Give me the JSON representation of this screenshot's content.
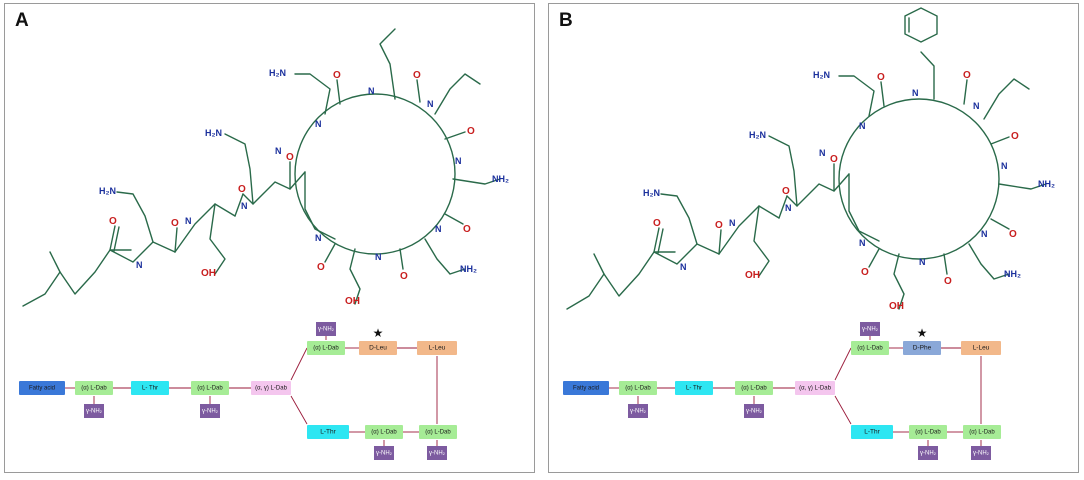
{
  "panels": [
    {
      "letter": "A",
      "star": "★",
      "boxes": {
        "fatty": "Fatty acid",
        "dab1": "(α) L-Dab",
        "nh2_1": "γ-NH₂",
        "thr1": "L- Thr",
        "dab2": "(α) L-Dab",
        "nh2_2": "γ-NH₂",
        "dab_branch": "(α, γ) L-Dab",
        "dab3": "(α) L-Dab",
        "nh2_3": "γ-NH₂",
        "dxx": "D-Leu",
        "leu": "L-Leu",
        "dab4": "(α) L-Dab",
        "nh2_4": "γ-NH₂",
        "dab5": "(α) L-Dab",
        "nh2_5": "γ-NH₂",
        "thr2": "L-Thr"
      },
      "colors": {
        "dxx": "#f2b88a"
      }
    },
    {
      "letter": "B",
      "star": "★",
      "boxes": {
        "fatty": "Fatty acid",
        "dab1": "(α) L-Dab",
        "nh2_1": "γ-NH₂",
        "thr1": "L- Thr",
        "dab2": "(α) L-Dab",
        "nh2_2": "γ-NH₂",
        "dab_branch": "(α, γ) L-Dab",
        "dab3": "(α) L-Dab",
        "nh2_3": "γ-NH₂",
        "dxx": "D-Phe",
        "leu": "L-Leu",
        "dab4": "(α) L-Dab",
        "nh2_4": "γ-NH₂",
        "dab5": "(α) L-Dab",
        "nh2_5": "γ-NH₂",
        "thr2": "L-Thr"
      },
      "colors": {
        "dxx": "#8aa8d8"
      }
    }
  ],
  "atoms": {
    "oxygen": "O",
    "nitrogen_h": "N",
    "hydrogen": "H",
    "amine": "H₂N",
    "hydroxyl": "OH",
    "amine_right": "NH₂"
  },
  "colors": {
    "fatty": "#3a78d8",
    "dab": "#a6ec96",
    "nh2": "#7d5ba0",
    "thr": "#2ee6f2",
    "branch": "#f4c6ee",
    "leu": "#f2b88a",
    "bond": "#2a6a4a",
    "arrow": "#9a1a3a"
  }
}
